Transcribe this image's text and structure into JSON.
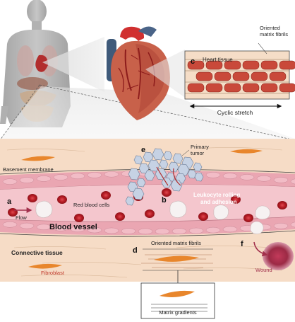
{
  "labels": {
    "oriented_matrix_fibrils_top": [
      "Oriented",
      "matrix fibrils"
    ],
    "heart_tissue": "Heart tissue",
    "cyclic_stretch": "Cyclic stretch",
    "primary_tumor": [
      "Primary",
      "tumor"
    ],
    "basement_membrane": "Basement membrane",
    "red_blood_cells": "Red blood cells",
    "flow": "Flow",
    "blood_vessel": "Blood vessel",
    "leukocyte": [
      "Leukocyte rolling",
      "and adhesion"
    ],
    "connective_tissue": "Connective tissue",
    "oriented_matrix_fibrils_bottom": "Oriented matrix fibrils",
    "fibroblast": "Fibroblast",
    "wound": "Wound",
    "matrix_gradients": "Matrix gradients"
  },
  "panels": {
    "a": "a",
    "b": "b",
    "c": "c",
    "d": "d",
    "e": "e",
    "f": "f"
  },
  "colors": {
    "body_gray": "#b9b9b9",
    "tissue": "#f5dcc8",
    "vessel_lumen": "#f3b9c3",
    "vessel_wall": "#e9a0b0",
    "rbc": "#c8232c",
    "cardiomyocyte": "#c9493a",
    "fibroblast": "#e8862c",
    "tumor": "#c6d2e4",
    "wound": "#a2304c",
    "white_label": "#ffffff"
  }
}
